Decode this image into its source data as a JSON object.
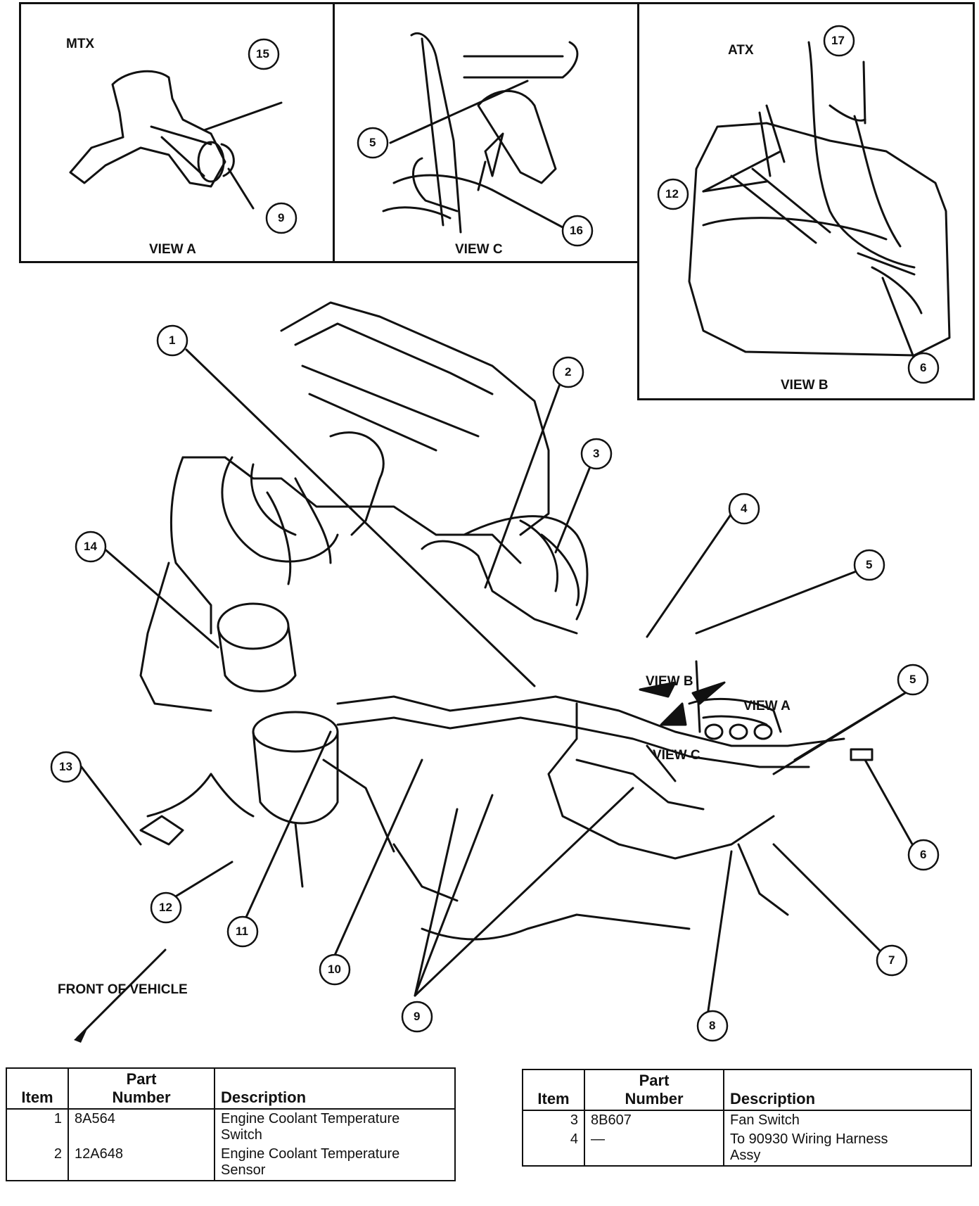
{
  "views": {
    "view_a": {
      "title": "VIEW A",
      "tag": "MTX",
      "callouts": [
        "15",
        "9"
      ]
    },
    "view_c": {
      "title": "VIEW C",
      "callouts": [
        "5",
        "16"
      ]
    },
    "view_b": {
      "title": "VIEW B",
      "tag": "ATX",
      "callouts": [
        "17",
        "12",
        "6"
      ]
    }
  },
  "main": {
    "callouts": [
      "1",
      "2",
      "3",
      "4",
      "5",
      "5",
      "6",
      "7",
      "8",
      "9",
      "10",
      "11",
      "12",
      "13",
      "14"
    ],
    "view_pointers": [
      "VIEW B",
      "VIEW A",
      "VIEW C"
    ],
    "front_label": "FRONT OF VEHICLE"
  },
  "tables": {
    "left": {
      "headers": {
        "item": "Item",
        "part_top": "Part",
        "part_bottom": "Number",
        "desc": "Description"
      },
      "rows": [
        {
          "item": "1",
          "part": "8A564",
          "desc1": "Engine Coolant Temperature",
          "desc2": "Switch"
        },
        {
          "item": "2",
          "part": "12A648",
          "desc1": "Engine Coolant Temperature",
          "desc2": "Sensor"
        }
      ]
    },
    "right": {
      "headers": {
        "item": "Item",
        "part_top": "Part",
        "part_bottom": "Number",
        "desc": "Description"
      },
      "rows": [
        {
          "item": "3",
          "part": "8B607",
          "desc1": "Fan Switch",
          "desc2": ""
        },
        {
          "item": "4",
          "part": "—",
          "desc1": "To 90930 Wiring Harness",
          "desc2": "Assy"
        }
      ]
    }
  }
}
